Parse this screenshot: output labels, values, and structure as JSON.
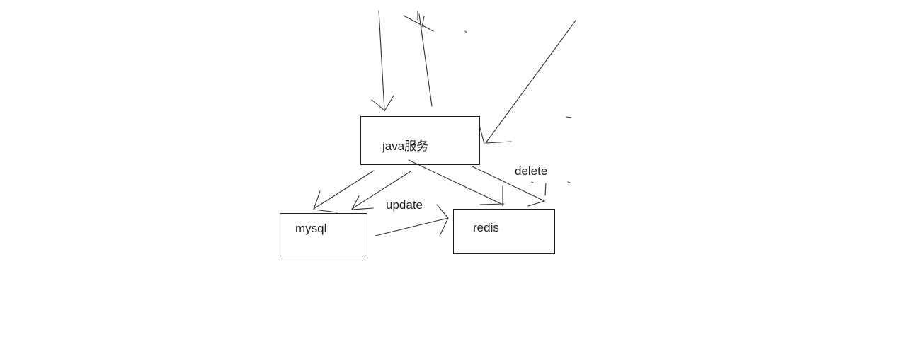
{
  "canvas": {
    "background_color": "#ffffff",
    "stroke_color": "#303030",
    "text_color": "#1e1e1e"
  },
  "diagram": {
    "nodes": [
      {
        "id": "java-service",
        "label": "java服务"
      },
      {
        "id": "mysql",
        "label": "mysql"
      },
      {
        "id": "redis",
        "label": "redis"
      }
    ],
    "edge_labels": {
      "update": "update",
      "delete": "delete"
    },
    "edges": [
      {
        "from": "offscreen-top",
        "to": "java-service",
        "style": "arrow"
      },
      {
        "from": "offscreen-top",
        "to": "java-service",
        "style": "line-with-cross-marks"
      },
      {
        "from": "offscreen-top-right",
        "to": "java-service",
        "style": "arrow"
      },
      {
        "from": "java-service",
        "to": "mysql",
        "style": "arrow"
      },
      {
        "from": "java-service",
        "to": "mysql",
        "style": "arrow"
      },
      {
        "from": "java-service",
        "to": "redis",
        "style": "arrow"
      },
      {
        "from": "java-service",
        "to": "redis",
        "style": "arrow",
        "label": "delete"
      },
      {
        "from": "mysql",
        "to": "redis",
        "style": "arrow",
        "label": "update"
      }
    ]
  }
}
